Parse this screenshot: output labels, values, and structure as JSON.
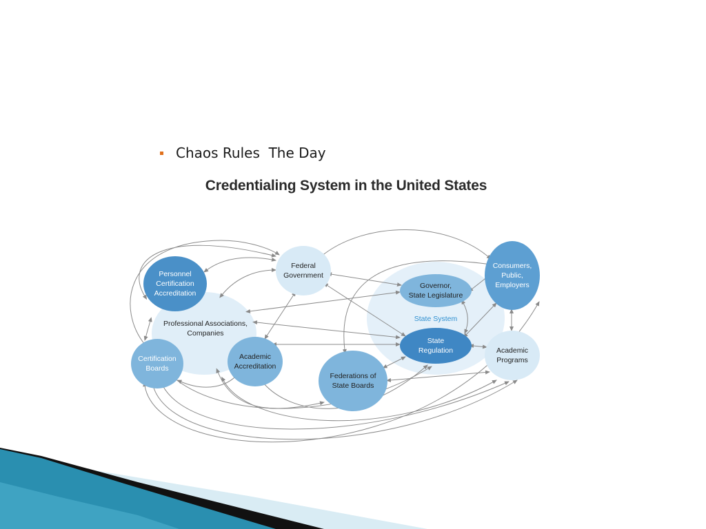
{
  "slide": {
    "bullet": "Chaos Rules  The Day"
  },
  "diagram": {
    "title": "Credentialing System in the United States",
    "state_system_label": "State System",
    "nodes": {
      "personnel_certification_accreditation": [
        "Personnel",
        "Certification",
        "Accreditation"
      ],
      "federal_government": [
        "Federal",
        "Government"
      ],
      "consumers_public_employers": [
        "Consumers,",
        "Public,",
        "Employers"
      ],
      "governor_state_legislature": [
        "Governor,",
        "State Legislature"
      ],
      "professional_associations_companies": [
        "Professional Associations,",
        "Companies"
      ],
      "state_regulation": [
        "State",
        "Regulation"
      ],
      "certification_boards": [
        "Certification",
        "Boards"
      ],
      "academic_accreditation": [
        "Academic",
        "Accreditation"
      ],
      "federations_of_state_boards": [
        "Federations of",
        "State Boards"
      ],
      "academic_programs": [
        "Academic",
        "Programs"
      ]
    }
  },
  "colors": {
    "accent_orange": "#e0701c",
    "node_dark": "#4a90c8",
    "node_medium": "#7fb5dc",
    "node_light": "#d8eaf6",
    "state_system_bg": "#e4f0f9",
    "arrow": "#8a8a8a",
    "decor_teal": "#2a8fb0",
    "decor_black": "#111111",
    "decor_light": "#d9ecf4"
  }
}
